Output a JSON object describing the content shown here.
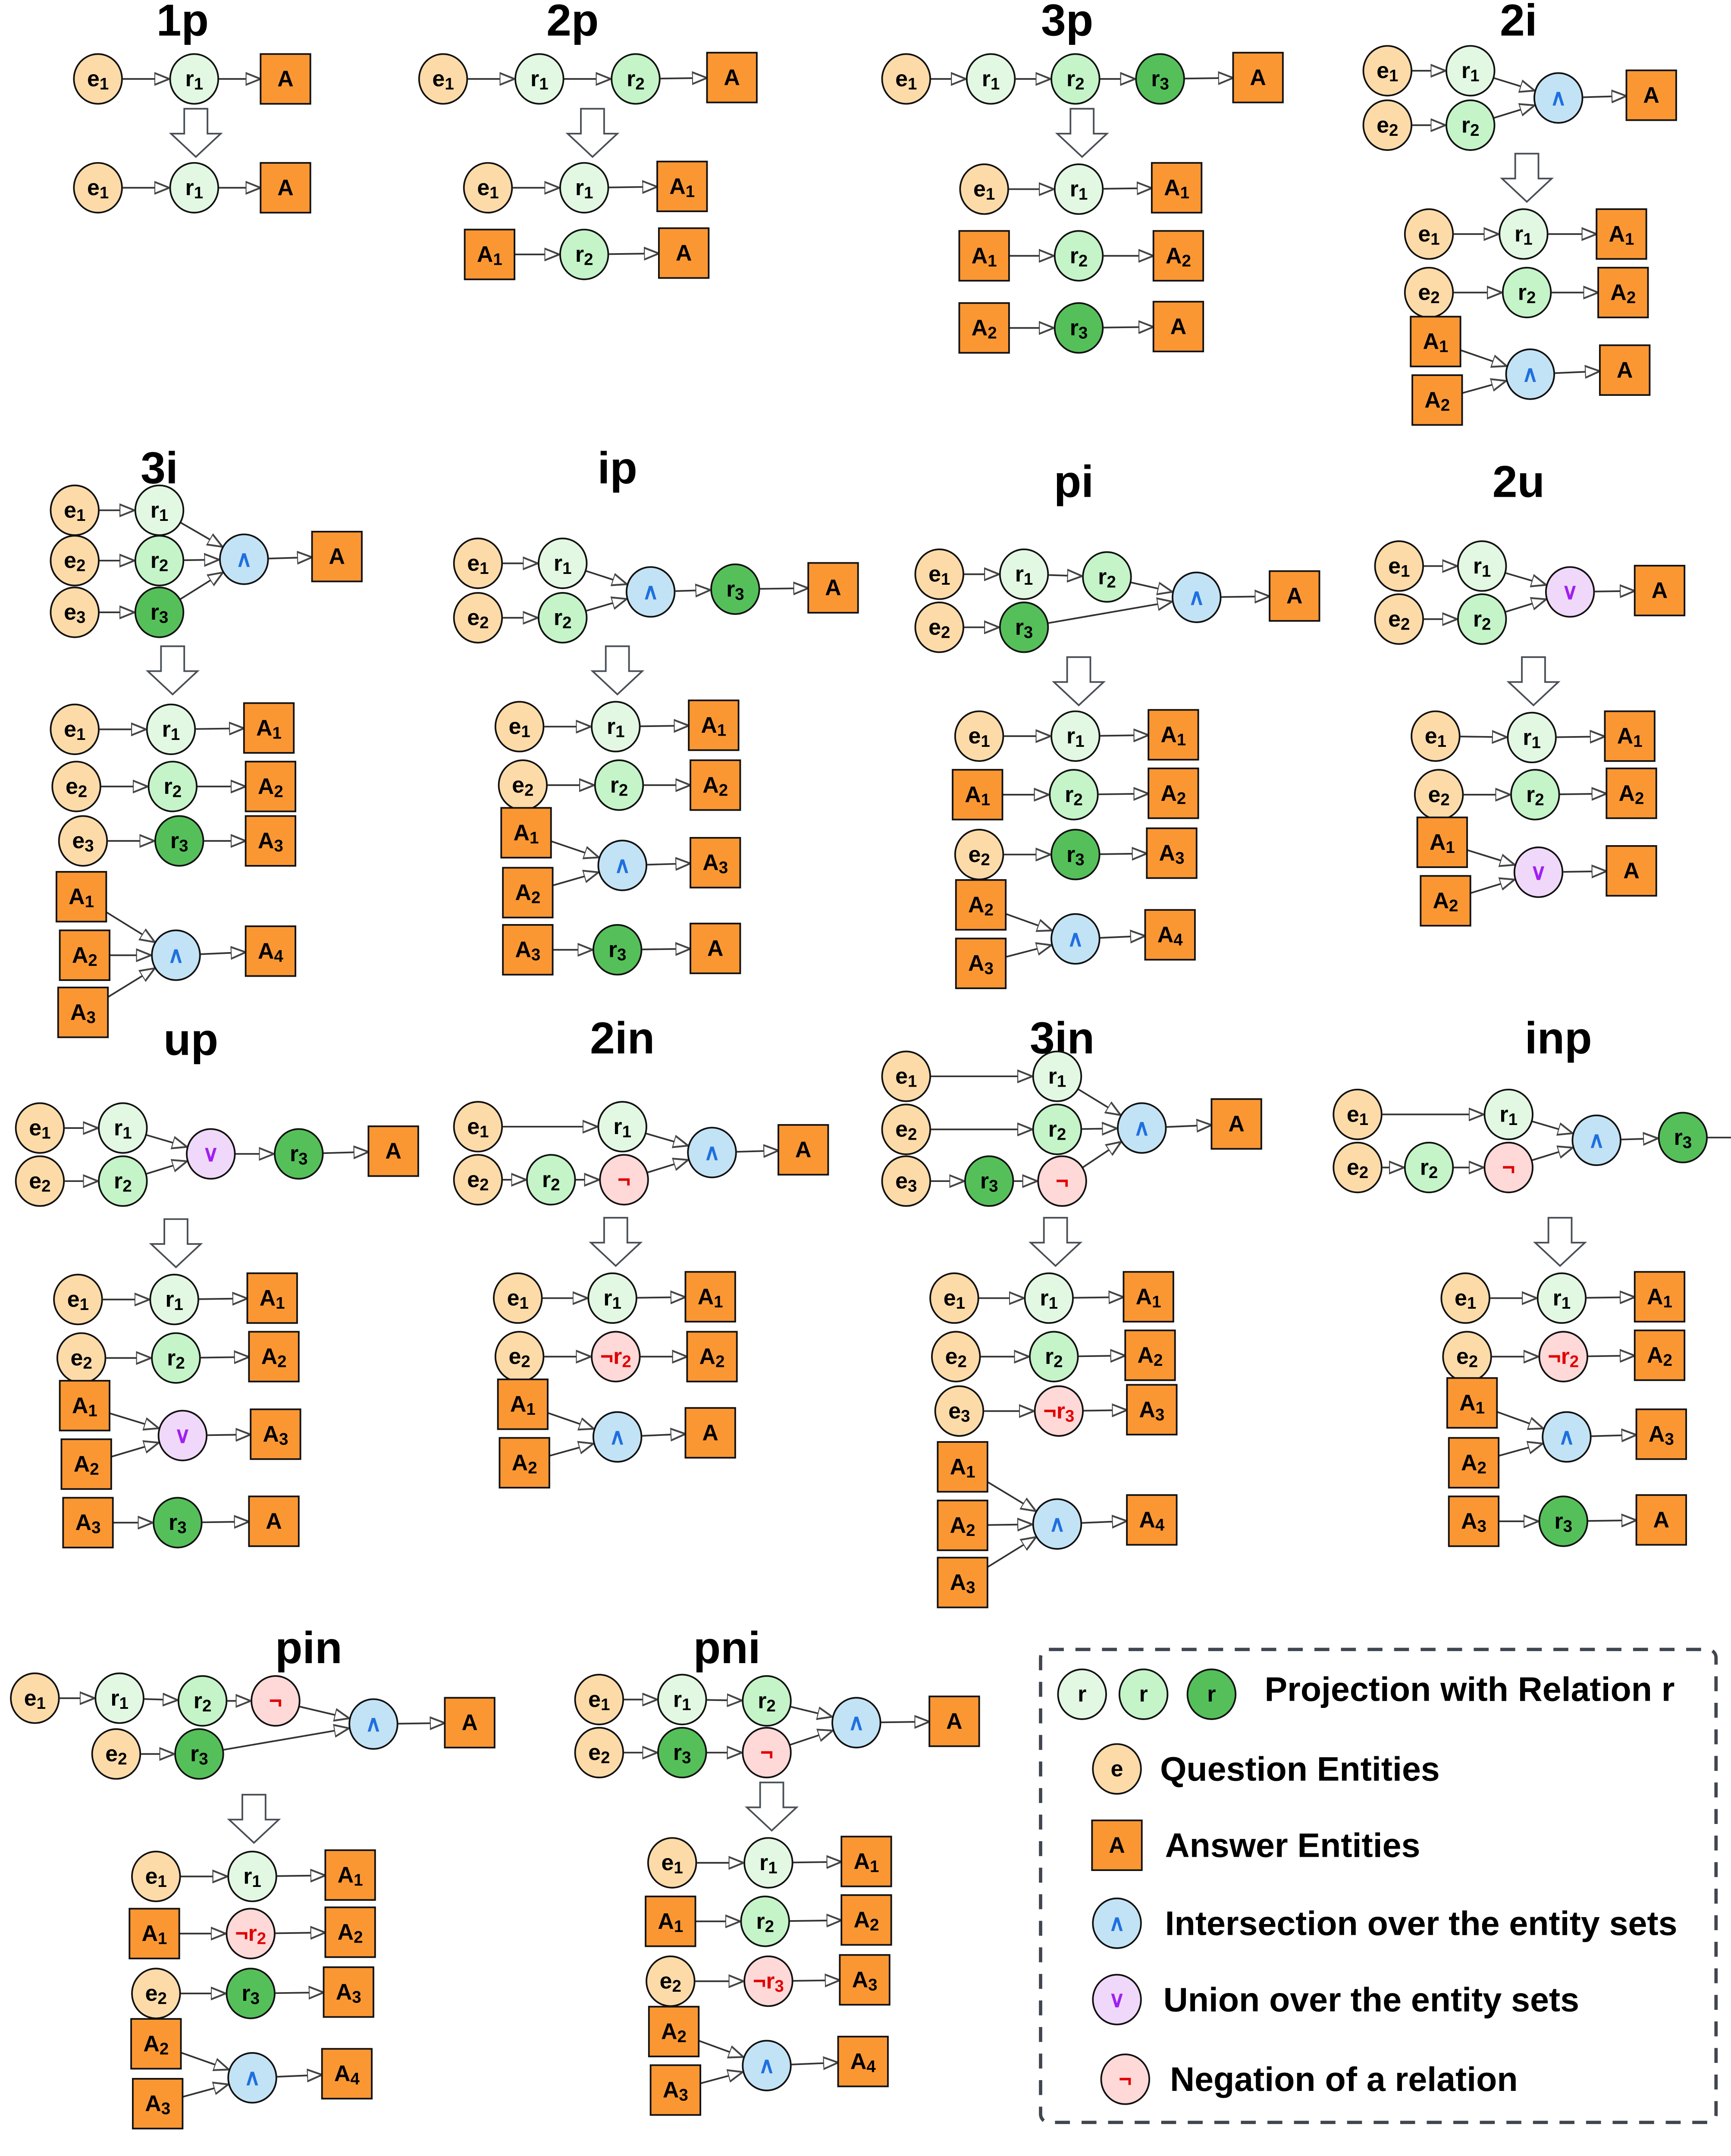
{
  "colors": {
    "entity": "#FDDBA8",
    "r1": "#E2F8E2",
    "r2": "#C4F4C8",
    "r3": "#55C05A",
    "answer": "#FB9733",
    "and": "#C2E3F5",
    "and_text": "#1F6FE0",
    "or": "#F0D8FA",
    "or_text": "#A020F0",
    "not": "#FFD8D8",
    "not_text": "#E00000"
  },
  "panels": [
    {
      "title": "1p",
      "nodes": [
        "e₁",
        "r₁",
        "A",
        "e₁",
        "r₁",
        "A"
      ]
    },
    {
      "title": "2p",
      "nodes": [
        "e₁",
        "r₁",
        "r₂",
        "A",
        "e₁",
        "r₁",
        "A₁",
        "A₁",
        "r₂",
        "A"
      ]
    },
    {
      "title": "3p",
      "nodes": [
        "e₁",
        "r₁",
        "r₂",
        "r₃",
        "A",
        "e₁",
        "r₁",
        "A₁",
        "A₁",
        "r₂",
        "A₂",
        "A₂",
        "r₃",
        "A"
      ]
    },
    {
      "title": "2i",
      "nodes": [
        "e₁",
        "r₁",
        "e₂",
        "r₂",
        "∧",
        "A",
        "e₁",
        "r₁",
        "A₁",
        "e₂",
        "r₂",
        "A₂",
        "A₁",
        "A₂",
        "∧",
        "A"
      ]
    },
    {
      "title": "3i",
      "nodes": [
        "e₁",
        "r₁",
        "e₂",
        "r₂",
        "e₃",
        "r₃",
        "∧",
        "A",
        "e₁",
        "r₁",
        "A₁",
        "e₂",
        "r₂",
        "A₂",
        "e₃",
        "r₃",
        "A₃",
        "A₁",
        "A₂",
        "A₃",
        "∧",
        "A₄"
      ]
    },
    {
      "title": "ip",
      "nodes": [
        "e₁",
        "r₁",
        "e₂",
        "r₂",
        "∧",
        "r₃",
        "A",
        "e₁",
        "r₁",
        "A₁",
        "e₂",
        "r₂",
        "A₂",
        "A₁",
        "A₂",
        "∧",
        "A₃",
        "A₃",
        "r₃",
        "A"
      ]
    },
    {
      "title": "pi",
      "nodes": [
        "e₁",
        "r₁",
        "r₂",
        "e₂",
        "r₃",
        "∧",
        "A",
        "e₁",
        "r₁",
        "A₁",
        "A₁",
        "r₂",
        "A₂",
        "e₂",
        "r₃",
        "A₃",
        "A₂",
        "A₃",
        "∧",
        "A₄"
      ]
    },
    {
      "title": "2u",
      "nodes": [
        "e₁",
        "r₁",
        "e₂",
        "r₂",
        "∨",
        "A",
        "e₁",
        "r₁",
        "A₁",
        "e₂",
        "r₂",
        "A₂",
        "A₁",
        "A₂",
        "∨",
        "A"
      ]
    },
    {
      "title": "up",
      "nodes": [
        "e₁",
        "r₁",
        "e₂",
        "r₂",
        "∨",
        "r₃",
        "A",
        "e₁",
        "r₁",
        "A₁",
        "e₂",
        "r₂",
        "A₂",
        "A₁",
        "A₂",
        "∨",
        "A₃",
        "A₃",
        "r₃",
        "A"
      ]
    },
    {
      "title": "2in",
      "nodes": [
        "e₁",
        "r₁",
        "e₂",
        "r₂",
        "¬",
        "∧",
        "A",
        "e₁",
        "r₁",
        "A₁",
        "e₂",
        "¬r₂",
        "A₂",
        "A₁",
        "A₂",
        "∧",
        "A"
      ]
    },
    {
      "title": "3in",
      "nodes": [
        "e₁",
        "r₁",
        "e₂",
        "r₂",
        "e₃",
        "r₃",
        "¬",
        "∧",
        "A",
        "e₁",
        "r₁",
        "A₁",
        "e₂",
        "r₂",
        "A₂",
        "e₃",
        "¬r₃",
        "A₃",
        "A₁",
        "A₂",
        "A₃",
        "∧",
        "A₄"
      ]
    },
    {
      "title": "inp",
      "nodes": [
        "e₁",
        "r₁",
        "e₂",
        "r₂",
        "¬",
        "∧",
        "r₃",
        "e₁",
        "r₁",
        "A₁",
        "e₂",
        "¬r₂",
        "A₂",
        "A₁",
        "A₂",
        "∧",
        "A₃",
        "A₃",
        "r₃",
        "A"
      ]
    },
    {
      "title": "pin",
      "nodes": [
        "e₁",
        "r₁",
        "r₂",
        "¬",
        "e₂",
        "r₃",
        "∧",
        "A",
        "e₁",
        "r₁",
        "A₁",
        "A₁",
        "¬r₂",
        "A₂",
        "e₂",
        "r₃",
        "A₃",
        "A₂",
        "A₃",
        "∧",
        "A₄"
      ]
    },
    {
      "title": "pni",
      "nodes": [
        "e₁",
        "r₁",
        "r₂",
        "e₂",
        "r₃",
        "¬",
        "∧",
        "A",
        "e₁",
        "r₁",
        "A₁",
        "A₁",
        "r₂",
        "A₂",
        "e₂",
        "¬r₃",
        "A₃",
        "A₂",
        "A₃",
        "∧",
        "A₄"
      ]
    }
  ],
  "legend": {
    "projection": {
      "symbols": [
        "r",
        "r",
        "r"
      ],
      "text": "Projection with Relation r"
    },
    "question": {
      "symbol": "e",
      "text": "Question Entities"
    },
    "answer": {
      "symbol": "A",
      "text": "Answer Entities"
    },
    "intersection": {
      "symbol": "∧",
      "text": "Intersection over the entity sets"
    },
    "union": {
      "symbol": "∨",
      "text": "Union over the entity sets"
    },
    "negation": {
      "symbol": "¬",
      "text": "Negation of a relation"
    }
  }
}
